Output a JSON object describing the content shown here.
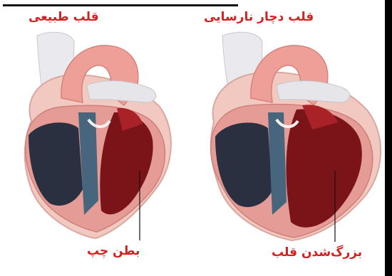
{
  "figure": {
    "normal_heart": {
      "title": "قلب طبیعی",
      "callout": "بطن چپ"
    },
    "failing_heart": {
      "title": "قلب دچار نارسایی",
      "callout": "بزرگ‌شدن قلب"
    }
  },
  "colors": {
    "label_red": "#d81e1e",
    "outer_wall": "#f2c9c1",
    "muscle": "#e59c97",
    "aorta": "#ee9f98",
    "pulmonary_vessels": "#e6e6ea",
    "right_chamber": "#2a3040",
    "left_chamber_blood": "#7a1418",
    "septum_blue": "#47657c"
  }
}
